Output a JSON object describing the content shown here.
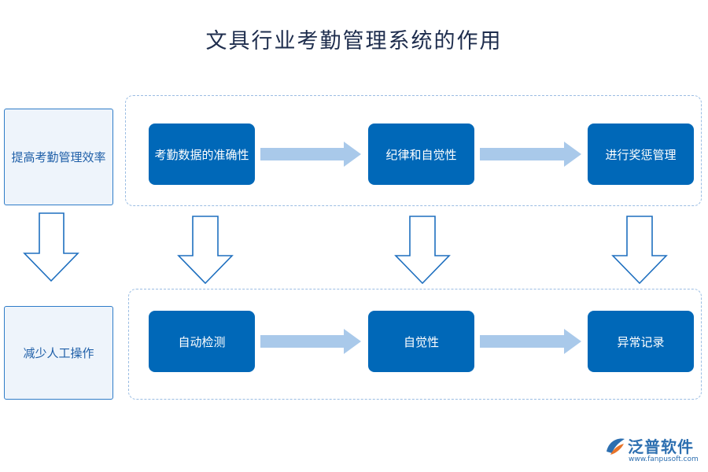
{
  "title": "文具行业考勤管理系统的作用",
  "rows": [
    {
      "label": "提高考勤管理效率",
      "steps": [
        "考勤数据的准确性",
        "纪律和自觉性",
        "进行奖惩管理"
      ]
    },
    {
      "label": "减少人工操作",
      "steps": [
        "自动检测",
        "自觉性",
        "异常记录"
      ]
    }
  ],
  "logo": {
    "name": "泛普软件",
    "url": "www.fanpusoft.com"
  },
  "colors": {
    "node_fill": "#0068b8",
    "arrow_fill": "#a9c9ea",
    "side_border": "#2f7cc8",
    "group_border": "#9bbde3"
  }
}
